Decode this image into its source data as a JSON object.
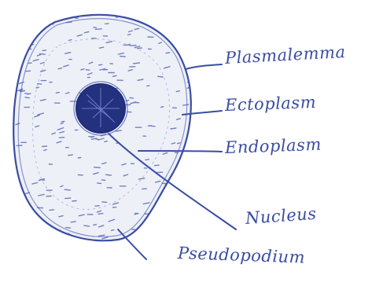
{
  "diagram": {
    "ink_color": "#3a4da3",
    "nucleus_color": "#1f2d7a",
    "labels": {
      "plasmalemma": "Plasmalemma",
      "ectoplasm": "Ectoplasm",
      "endoplasm": "Endoplasm",
      "nucleus": "Nucleus",
      "pseudopodium": "Pseudopodium"
    }
  }
}
